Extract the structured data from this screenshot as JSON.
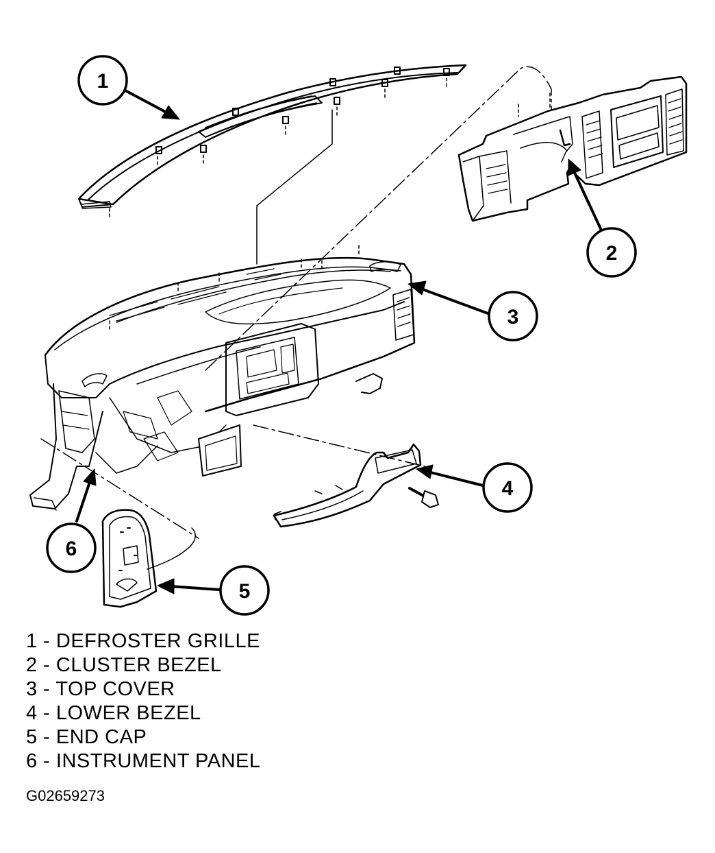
{
  "callouts": [
    {
      "number": "1"
    },
    {
      "number": "2"
    },
    {
      "number": "3"
    },
    {
      "number": "4"
    },
    {
      "number": "5"
    },
    {
      "number": "6"
    }
  ],
  "legend": [
    {
      "text": "1 - DEFROSTER GRILLE"
    },
    {
      "text": "2 - CLUSTER BEZEL"
    },
    {
      "text": "3 - TOP COVER"
    },
    {
      "text": "4 - LOWER BEZEL"
    },
    {
      "text": "5 - END CAP"
    },
    {
      "text": "6 - INSTRUMENT PANEL"
    }
  ],
  "figure_code": "G02659273"
}
